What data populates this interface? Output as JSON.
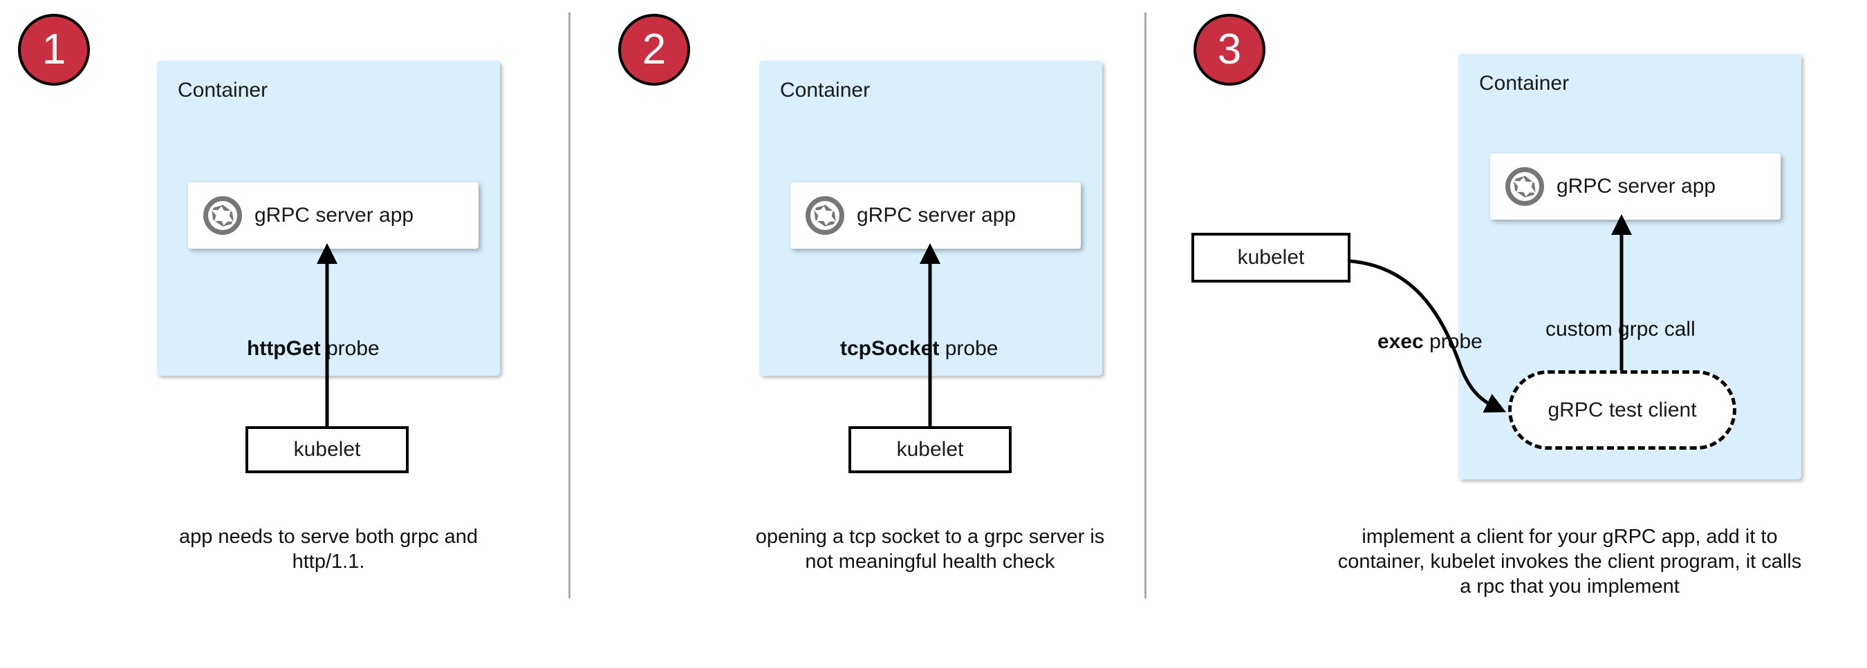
{
  "diagram": {
    "title": "gRPC health probe approaches in Kubernetes",
    "colors": {
      "badge_red": "#c82f40",
      "container_blue": "#daeffb",
      "separator_gray": "#aaaaaa",
      "icon_gray": "#777777",
      "stroke_black": "#000000"
    }
  },
  "panels": [
    {
      "number": "1",
      "container_label": "Container",
      "app_label": "gRPC server app",
      "app_icon": "aperture-icon",
      "probe_label_keyword": "httpGet",
      "probe_label_rest": " probe",
      "kubelet_label": "kubelet",
      "caption": "app needs to serve both grpc and http/1.1."
    },
    {
      "number": "2",
      "container_label": "Container",
      "app_label": "gRPC server app",
      "app_icon": "aperture-icon",
      "probe_label_keyword": "tcpSocket",
      "probe_label_rest": " probe",
      "kubelet_label": "kubelet",
      "caption": "opening a tcp socket to a grpc server is not meaningful health check"
    },
    {
      "number": "3",
      "container_label": "Container",
      "app_label": "gRPC server app",
      "app_icon": "aperture-icon",
      "probe_label_keyword": "exec",
      "probe_label_rest": " probe",
      "kubelet_label": "kubelet",
      "test_client_label": "gRPC test client",
      "custom_call_label": "custom grpc call",
      "caption": "implement a client for your gRPC app, add it to container, kubelet invokes the client program, it calls a rpc that you implement"
    }
  ]
}
